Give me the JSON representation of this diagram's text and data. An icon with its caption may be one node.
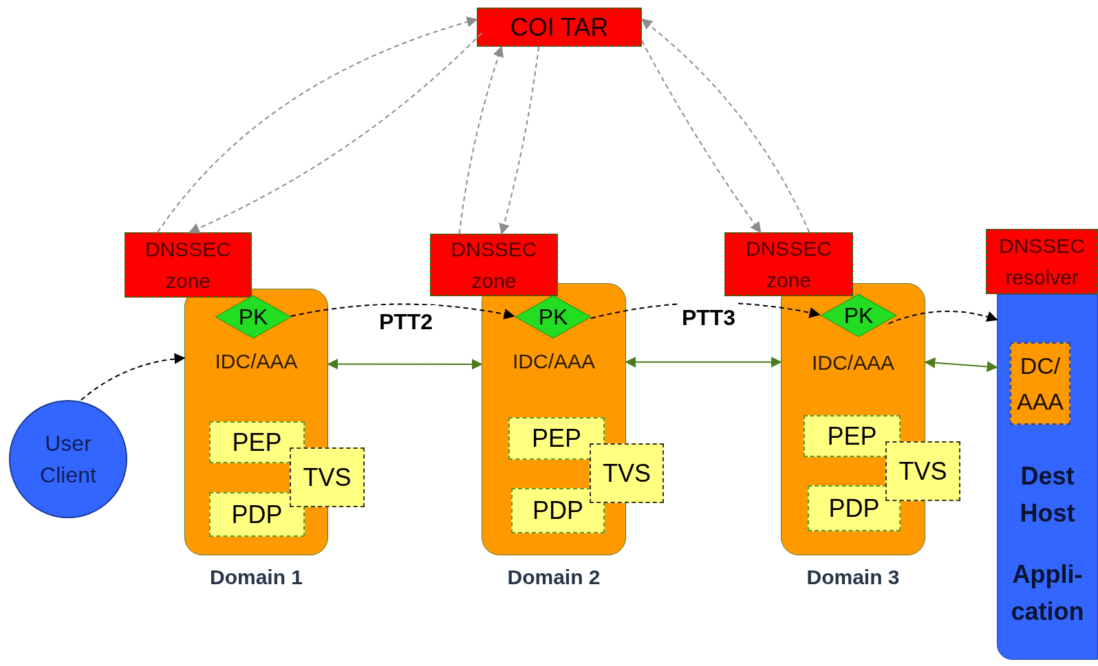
{
  "diagram": {
    "nodes": [
      {
        "text": [
          "COI TAR"
        ]
      },
      {
        "text": [
          "DNSSEC zone"
        ]
      },
      {
        "text": [
          "IDC/AAA"
        ],
        "beside": [
          "Domain 1"
        ]
      },
      {
        "text": [
          "PK"
        ],
        "in": 2
      },
      {
        "text": [
          "PEP"
        ],
        "in": 2
      },
      {
        "text": [
          "TVS"
        ]
      },
      {
        "text": [
          "PDP"
        ],
        "in": 2
      },
      {
        "text": [
          "DNSSEC zone"
        ]
      },
      {
        "text": [
          "IDC/AAA"
        ],
        "beside": [
          "Domain 2"
        ]
      },
      {
        "text": [
          "PK"
        ],
        "in": 8
      },
      {
        "text": [
          "PEP"
        ],
        "in": 8
      },
      {
        "text": [
          "TVS"
        ]
      },
      {
        "text": [
          "PDP"
        ],
        "in": 8
      },
      {
        "text": [
          "DNSSEC zone"
        ]
      },
      {
        "text": [
          "IDC/AAA"
        ],
        "beside": [
          "Domain 3"
        ]
      },
      {
        "text": [
          "PK"
        ],
        "in": 14
      },
      {
        "text": [
          "PEP"
        ],
        "in": 14
      },
      {
        "text": [
          "TVS"
        ]
      },
      {
        "text": [
          "PDP"
        ],
        "in": 14
      },
      {
        "text": [
          "DNSSEC resolver"
        ]
      },
      {
        "text": [
          "Dest Host",
          "Appli- cation"
        ]
      },
      {
        "text": [
          "DC/AAA"
        ],
        "in": 20
      },
      {
        "text": [
          "User Client"
        ]
      }
    ],
    "edges": [
      {
        "from": 1,
        "to": 0,
        "arrow": "to",
        "style": "dashed"
      },
      {
        "from": 0,
        "to": 1,
        "arrow": "to",
        "style": "dashed"
      },
      {
        "from": 7,
        "to": 0,
        "arrow": "to",
        "style": "dashed"
      },
      {
        "from": 0,
        "to": 7,
        "arrow": "to",
        "style": "dashed"
      },
      {
        "from": 0,
        "to": 13,
        "arrow": "to",
        "style": "dashed"
      },
      {
        "from": 13,
        "to": 0,
        "arrow": "to",
        "style": "dashed"
      },
      {
        "from": 22,
        "to": 2,
        "arrow": "to",
        "style": "dashed",
        "color": "#000000"
      },
      {
        "from": 3,
        "to": 9,
        "arrow": "to",
        "label": "PTT2",
        "style": "dashed",
        "color": "#000000"
      },
      {
        "from": 9,
        "to": 15,
        "arrow": "to",
        "label": "PTT3",
        "style": "dashed",
        "color": "#000000"
      },
      {
        "from": 15,
        "to": 20,
        "arrow": "to",
        "style": "dashed",
        "color": "#000000"
      },
      {
        "from": 2,
        "to": 8,
        "arrow": "both",
        "color": "#4b7d1e"
      },
      {
        "from": 8,
        "to": 14,
        "arrow": "both",
        "color": "#4b7d1e"
      },
      {
        "from": 14,
        "to": 20,
        "arrow": "both",
        "color": "#4b7d1e"
      }
    ]
  }
}
